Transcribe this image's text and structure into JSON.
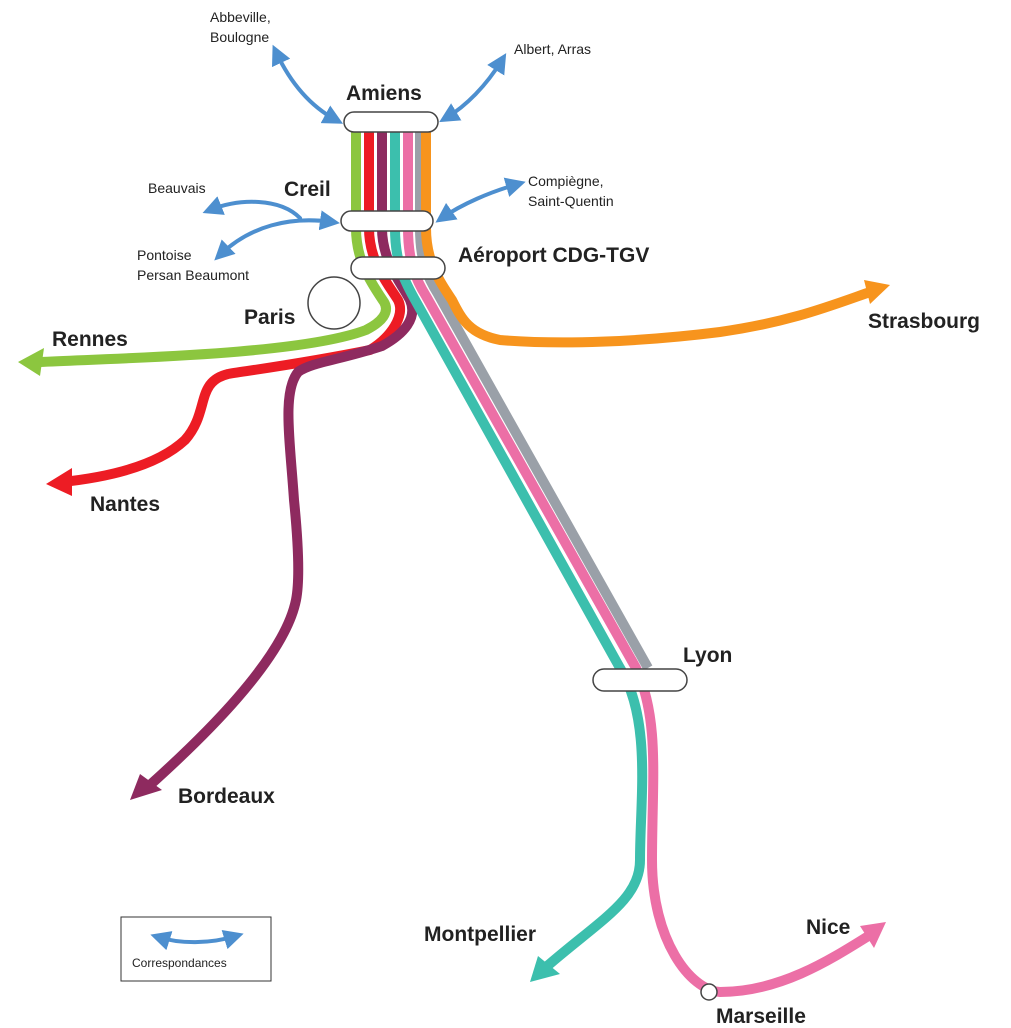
{
  "colors": {
    "green": "#8cc63f",
    "red": "#ed1c24",
    "purple": "#8e2a5f",
    "teal": "#3cbfad",
    "pink": "#ec6fa6",
    "gray": "#9aa0a8",
    "orange": "#f7941d",
    "connection": "#4d8fcf"
  },
  "stations": {
    "amiens": "Amiens",
    "creil": "Creil",
    "cdg": "Aéroport CDG-TGV",
    "paris": "Paris",
    "lyon": "Lyon",
    "marseille": "Marseille"
  },
  "destinations": {
    "rennes": "Rennes",
    "nantes": "Nantes",
    "bordeaux": "Bordeaux",
    "strasbourg": "Strasbourg",
    "montpellier": "Montpellier",
    "nice": "Nice"
  },
  "connections": {
    "abbeville_1": "Abbeville,",
    "abbeville_2": "Boulogne",
    "albert": "Albert, Arras",
    "beauvais": "Beauvais",
    "pontoise_1": "Pontoise",
    "pontoise_2": "Persan Beaumont",
    "compiegne_1": "Compiègne,",
    "compiegne_2": "Saint-Quentin"
  },
  "legend": {
    "label": "Correspondances"
  }
}
